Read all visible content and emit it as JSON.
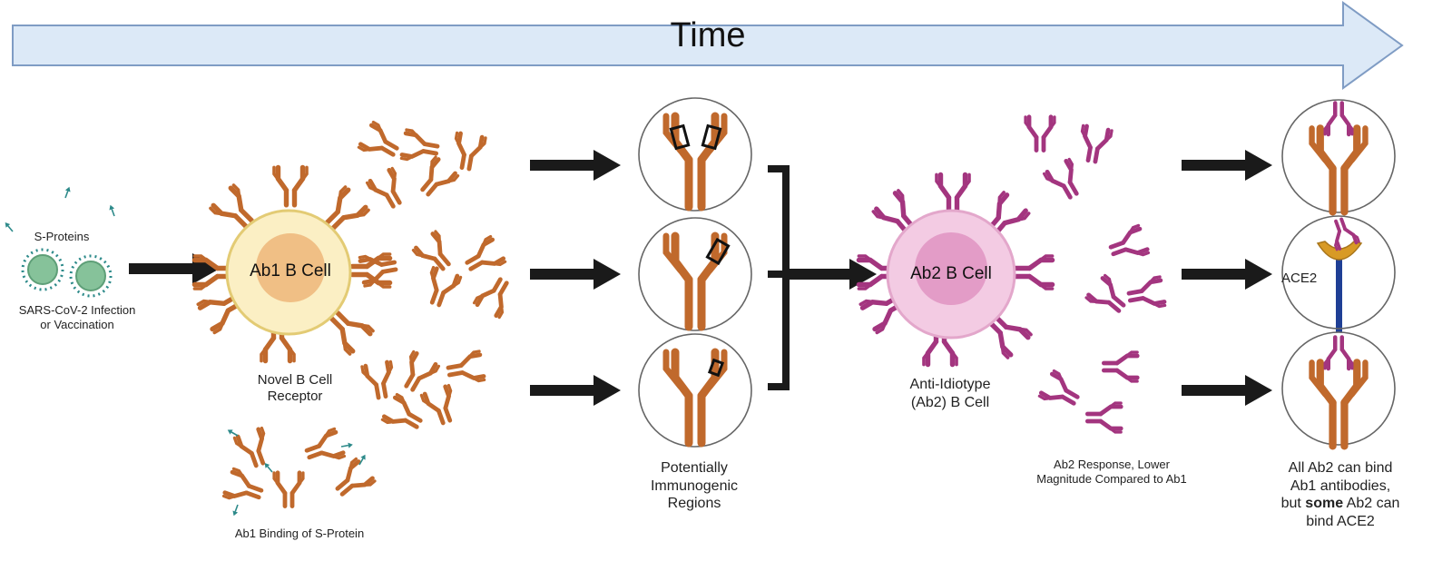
{
  "timeline": {
    "label": "Time"
  },
  "stage1": {
    "s_proteins_label": "S-Proteins",
    "infection_label_line1": "SARS-CoV-2 Infection",
    "infection_label_line2": "or Vaccination"
  },
  "ab1_cell": {
    "label": "Ab1 B Cell",
    "receptor_label_line1": "Novel B Cell",
    "receptor_label_line2": "Receptor",
    "binding_label": "Ab1 Binding of S-Protein"
  },
  "regions": {
    "label_line1": "Potentially",
    "label_line2": "Immunogenic",
    "label_line3": "Regions"
  },
  "ab2_cell": {
    "label": "Ab2 B Cell",
    "type_label_line1": "Anti-Idiotype",
    "type_label_line2": "(Ab2) B Cell",
    "response_label_line1": "Ab2 Response, Lower",
    "response_label_line2": "Magnitude Compared to Ab1"
  },
  "outcomes": {
    "ace2_label": "ACE2",
    "note_line1": "All Ab2 can bind",
    "note_line2": "Ab1 antibodies,",
    "note_line3_pre": "but ",
    "note_line3_bold": "some",
    "note_line3_post": " Ab2 can",
    "note_line4": "bind ACE2"
  },
  "colors": {
    "arrow_fill": "#dce9f7",
    "arrow_stroke": "#7f9cc4",
    "ab1_antibody": "#c0692c",
    "ab2_antibody": "#a3357f",
    "ab1_cell_fill": "#fbefc4",
    "ab1_nucleus": "#f0bf85",
    "ab2_cell_fill": "#f3cbe3",
    "ab2_nucleus": "#e39cc7",
    "virus": "#86c29a",
    "spike": "#2d8a8a",
    "ace2_head": "#d89a25",
    "ace2_stem": "#1f3f95",
    "black_arrow": "#1a1a1a"
  }
}
